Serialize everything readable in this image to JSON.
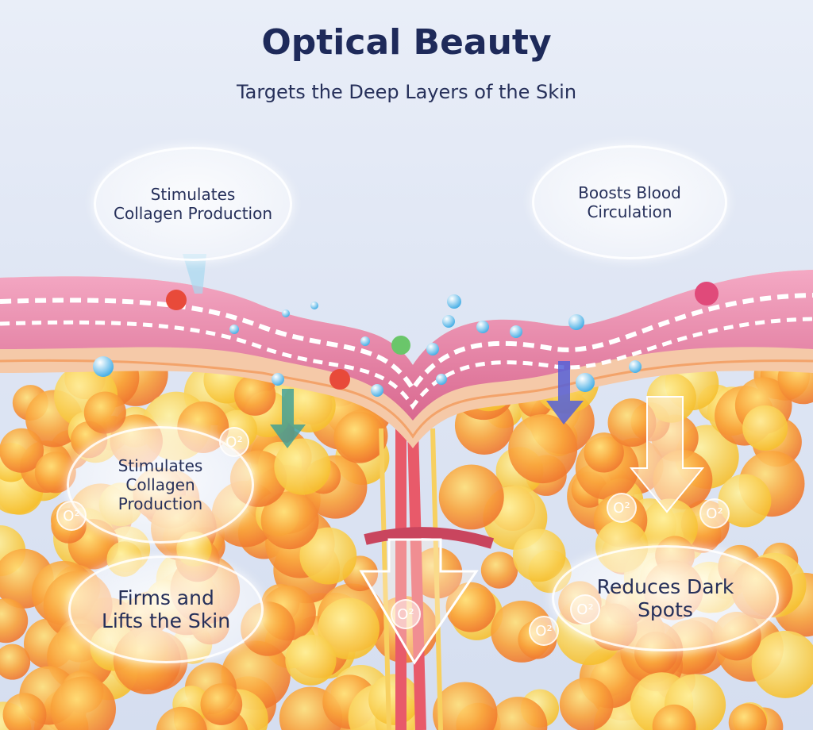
{
  "header": {
    "title": "Optical Beauty",
    "subtitle": "Targets the Deep Layers of the Skin"
  },
  "callouts": [
    {
      "text": "Stimulates Collagen Production"
    },
    {
      "text": "Boosts Blood Circulation"
    },
    {
      "text": "Stimulates Collagen Production"
    },
    {
      "text": "Firms and Lifts the Skin"
    },
    {
      "text": "Reduces Dark Spots"
    }
  ],
  "oxygen_label": "O²",
  "colors": {
    "title": "#1e2a5a",
    "skin": "#e07aa0",
    "fat": "#f7a440"
  }
}
